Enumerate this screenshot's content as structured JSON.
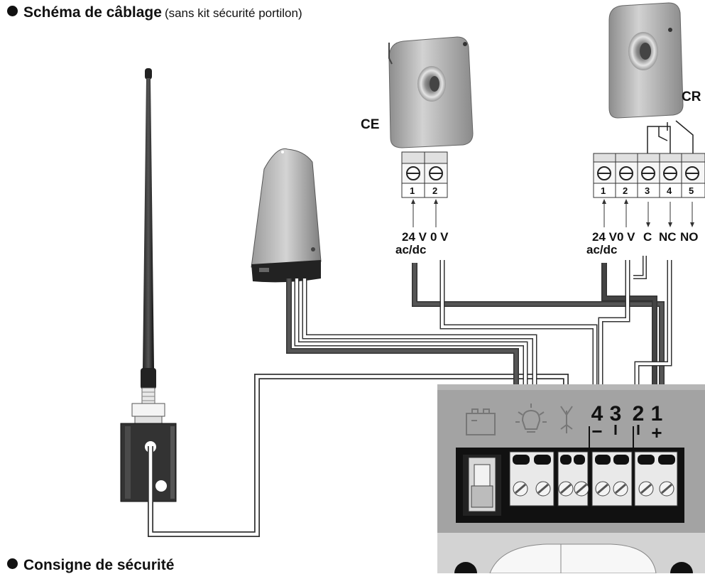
{
  "heading": {
    "title_bold": "Schéma de câblage",
    "title_note": "(sans kit sécurité portilon)"
  },
  "footer_heading": "Consigne de sécurité",
  "devices": {
    "ce_label": "CE",
    "cr_label": "CR"
  },
  "ce_terminals": [
    "1",
    "2"
  ],
  "cr_terminals": [
    "1",
    "2",
    "3",
    "4",
    "5"
  ],
  "ce_signals": {
    "v24": "24 V",
    "acdc": "ac/dc",
    "v0": "0 V"
  },
  "cr_signals": {
    "v24": "24 V",
    "acdc": "ac/dc",
    "v0": "0 V",
    "c": "C",
    "nc": "NC",
    "no": "NO"
  },
  "board_terminals": [
    "4",
    "3",
    "2",
    "1"
  ],
  "board_polarity": {
    "minus": "−",
    "plus": "+"
  },
  "board_icons": [
    "battery-icon",
    "flashing-light-icon",
    "antenna-icon"
  ],
  "colors": {
    "wire_dark": "#555555",
    "wire_light": "#ffffff",
    "wire_outline": "#333333",
    "board_grey": "#9a9a9a",
    "device_grey": "#b9b9b9"
  }
}
